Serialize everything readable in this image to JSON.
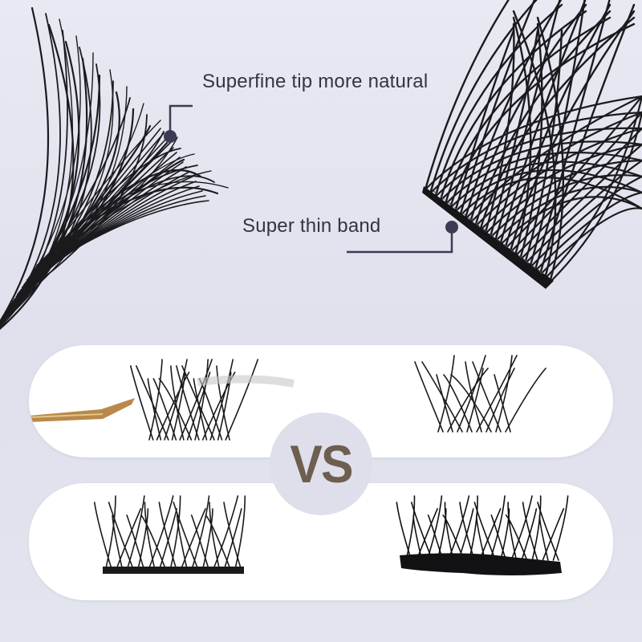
{
  "callouts": [
    {
      "text": "Superfine tip more natural"
    },
    {
      "text": "Super thin band"
    }
  ],
  "comparison": {
    "label": "VS"
  },
  "colors": {
    "background": "#e4e5ef",
    "lash": "#1a1a1c",
    "callout_line": "#3a3c55",
    "vs_text": "#6e5e4f",
    "pill": "#ffffff"
  }
}
